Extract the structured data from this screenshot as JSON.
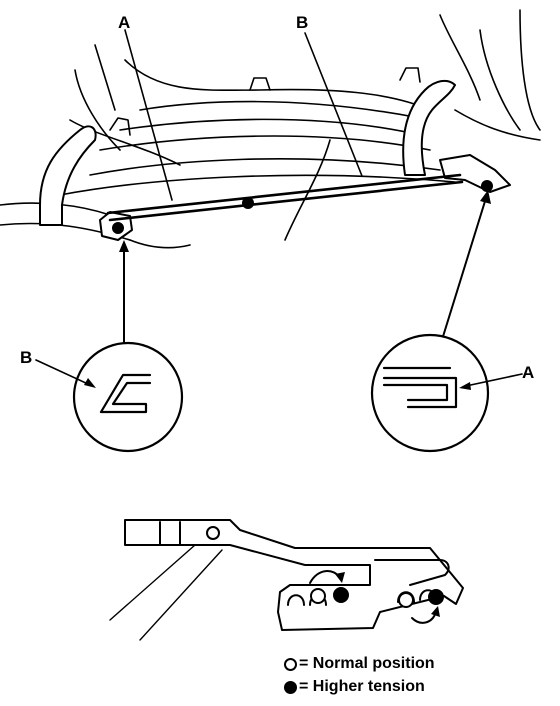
{
  "callouts": {
    "top_a": "A",
    "top_b": "B",
    "left_b": "B",
    "right_a": "A"
  },
  "legend": {
    "normal": "= Normal position",
    "higher": "= Higher tension"
  }
}
